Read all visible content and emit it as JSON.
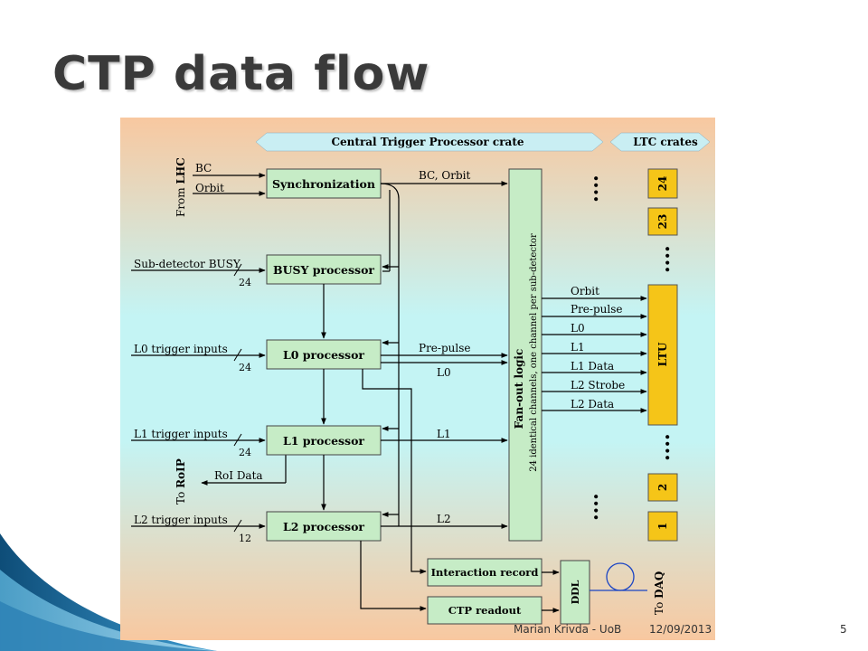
{
  "slide": {
    "title": "CTP data flow",
    "footer": {
      "author": "Marian Krivda - UoB",
      "date": "12/09/2013",
      "page": "5"
    }
  },
  "diagram": {
    "banner_ctp": "Central Trigger Processor crate",
    "banner_ltc": "LTC crates",
    "from_lhc_prefix": "From ",
    "from_lhc_bold": "LHC",
    "input_bc": "BC",
    "input_orbit": "Orbit",
    "input_busy": "Sub-detector BUSY",
    "input_busy_count": "24",
    "input_l0": "L0 trigger inputs",
    "input_l0_count": "24",
    "input_l1": "L1 trigger inputs",
    "input_l1_count": "24",
    "input_l2": "L2 trigger inputs",
    "input_l2_count": "12",
    "to_roip_prefix": "To ",
    "to_roip_bold": "RoIP",
    "roi_data": "RoI Data",
    "box_sync": "Synchronization",
    "box_busy": "BUSY processor",
    "box_l0": "L0 processor",
    "box_l1": "L1 processor",
    "box_l2": "L2 processor",
    "box_interaction": "Interaction record",
    "box_readout": "CTP readout",
    "box_ddl": "DDL",
    "to_daq_prefix": "To ",
    "to_daq_bold": "DAQ",
    "sig_bc_orbit": "BC, Orbit",
    "sig_prepulse": "Pre-pulse",
    "sig_l0": "L0",
    "sig_l1": "L1",
    "sig_l2": "L2",
    "fanout_title": "Fan-out logic",
    "fanout_sub": "24 identical channels, one channel per sub-detector",
    "ltu_signals": [
      "Orbit",
      "Pre-pulse",
      "L0",
      "L1",
      "L1 Data",
      "L2 Strobe",
      "L2 Data"
    ],
    "ltu": "LTU",
    "ltc_24": "24",
    "ltc_23": "23",
    "ltc_2": "2",
    "ltc_1": "1",
    "dots": "...."
  },
  "colors": {
    "orange": "#f8c8a0",
    "cyan": "#c4f4f4",
    "box_green": "#c6ecc6",
    "ltc_yellow": "#f5c518",
    "wave_blue": "#1e6fa0"
  }
}
